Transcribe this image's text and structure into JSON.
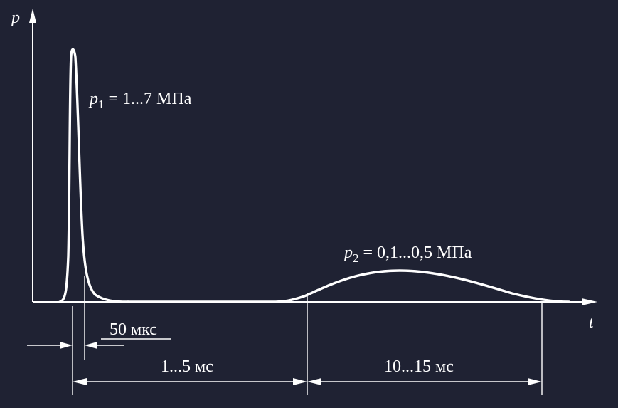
{
  "axes": {
    "y_label": "p",
    "x_label": "t"
  },
  "peaks": {
    "p1": {
      "symbol": "p",
      "subscript": "1",
      "text": " = 1...7 МПа"
    },
    "p2": {
      "symbol": "p",
      "subscript": "2",
      "text": " = 0,1...0,5 МПа"
    }
  },
  "dimensions": {
    "pulse_width": "50 мкс",
    "gap": "1...5 мс",
    "second_duration": "10...15 мс"
  },
  "colors": {
    "background": "#1f2233",
    "ink": "#ffffff"
  }
}
